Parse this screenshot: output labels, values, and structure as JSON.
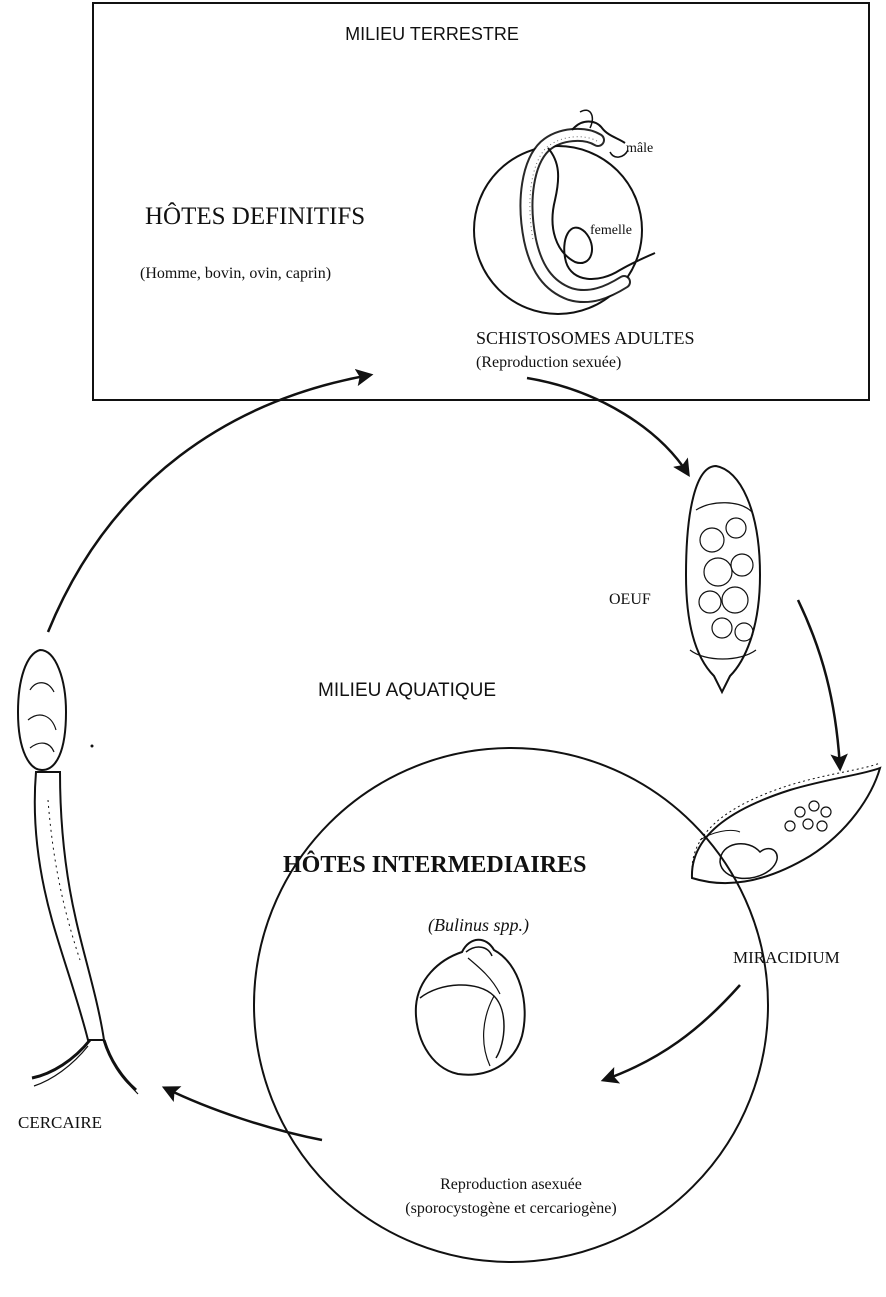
{
  "terrestrial": {
    "title": "MILIEU TERRESTRE",
    "hosts_title": "HÔTES DEFINITIFS",
    "hosts_list": "(Homme, bovin, ovin, caprin)",
    "worm_male": "mâle",
    "worm_female": "femelle",
    "adults_title": "SCHISTOSOMES ADULTES",
    "adults_repro": "(Reproduction sexuée)"
  },
  "aquatic": {
    "title": "MILIEU AQUATIQUE"
  },
  "stages": {
    "egg": "OEUF",
    "miracidium": "MIRACIDIUM",
    "cercaria": "CERCAIRE"
  },
  "intermediate": {
    "title": "HÔTES INTERMEDIAIRES",
    "species": "(Bulinus spp.)",
    "repro_line1": "Reproduction asexuée",
    "repro_line2": "(sporocystogène et cercariogène)"
  },
  "colors": {
    "ink": "#111111",
    "background": "#ffffff"
  }
}
